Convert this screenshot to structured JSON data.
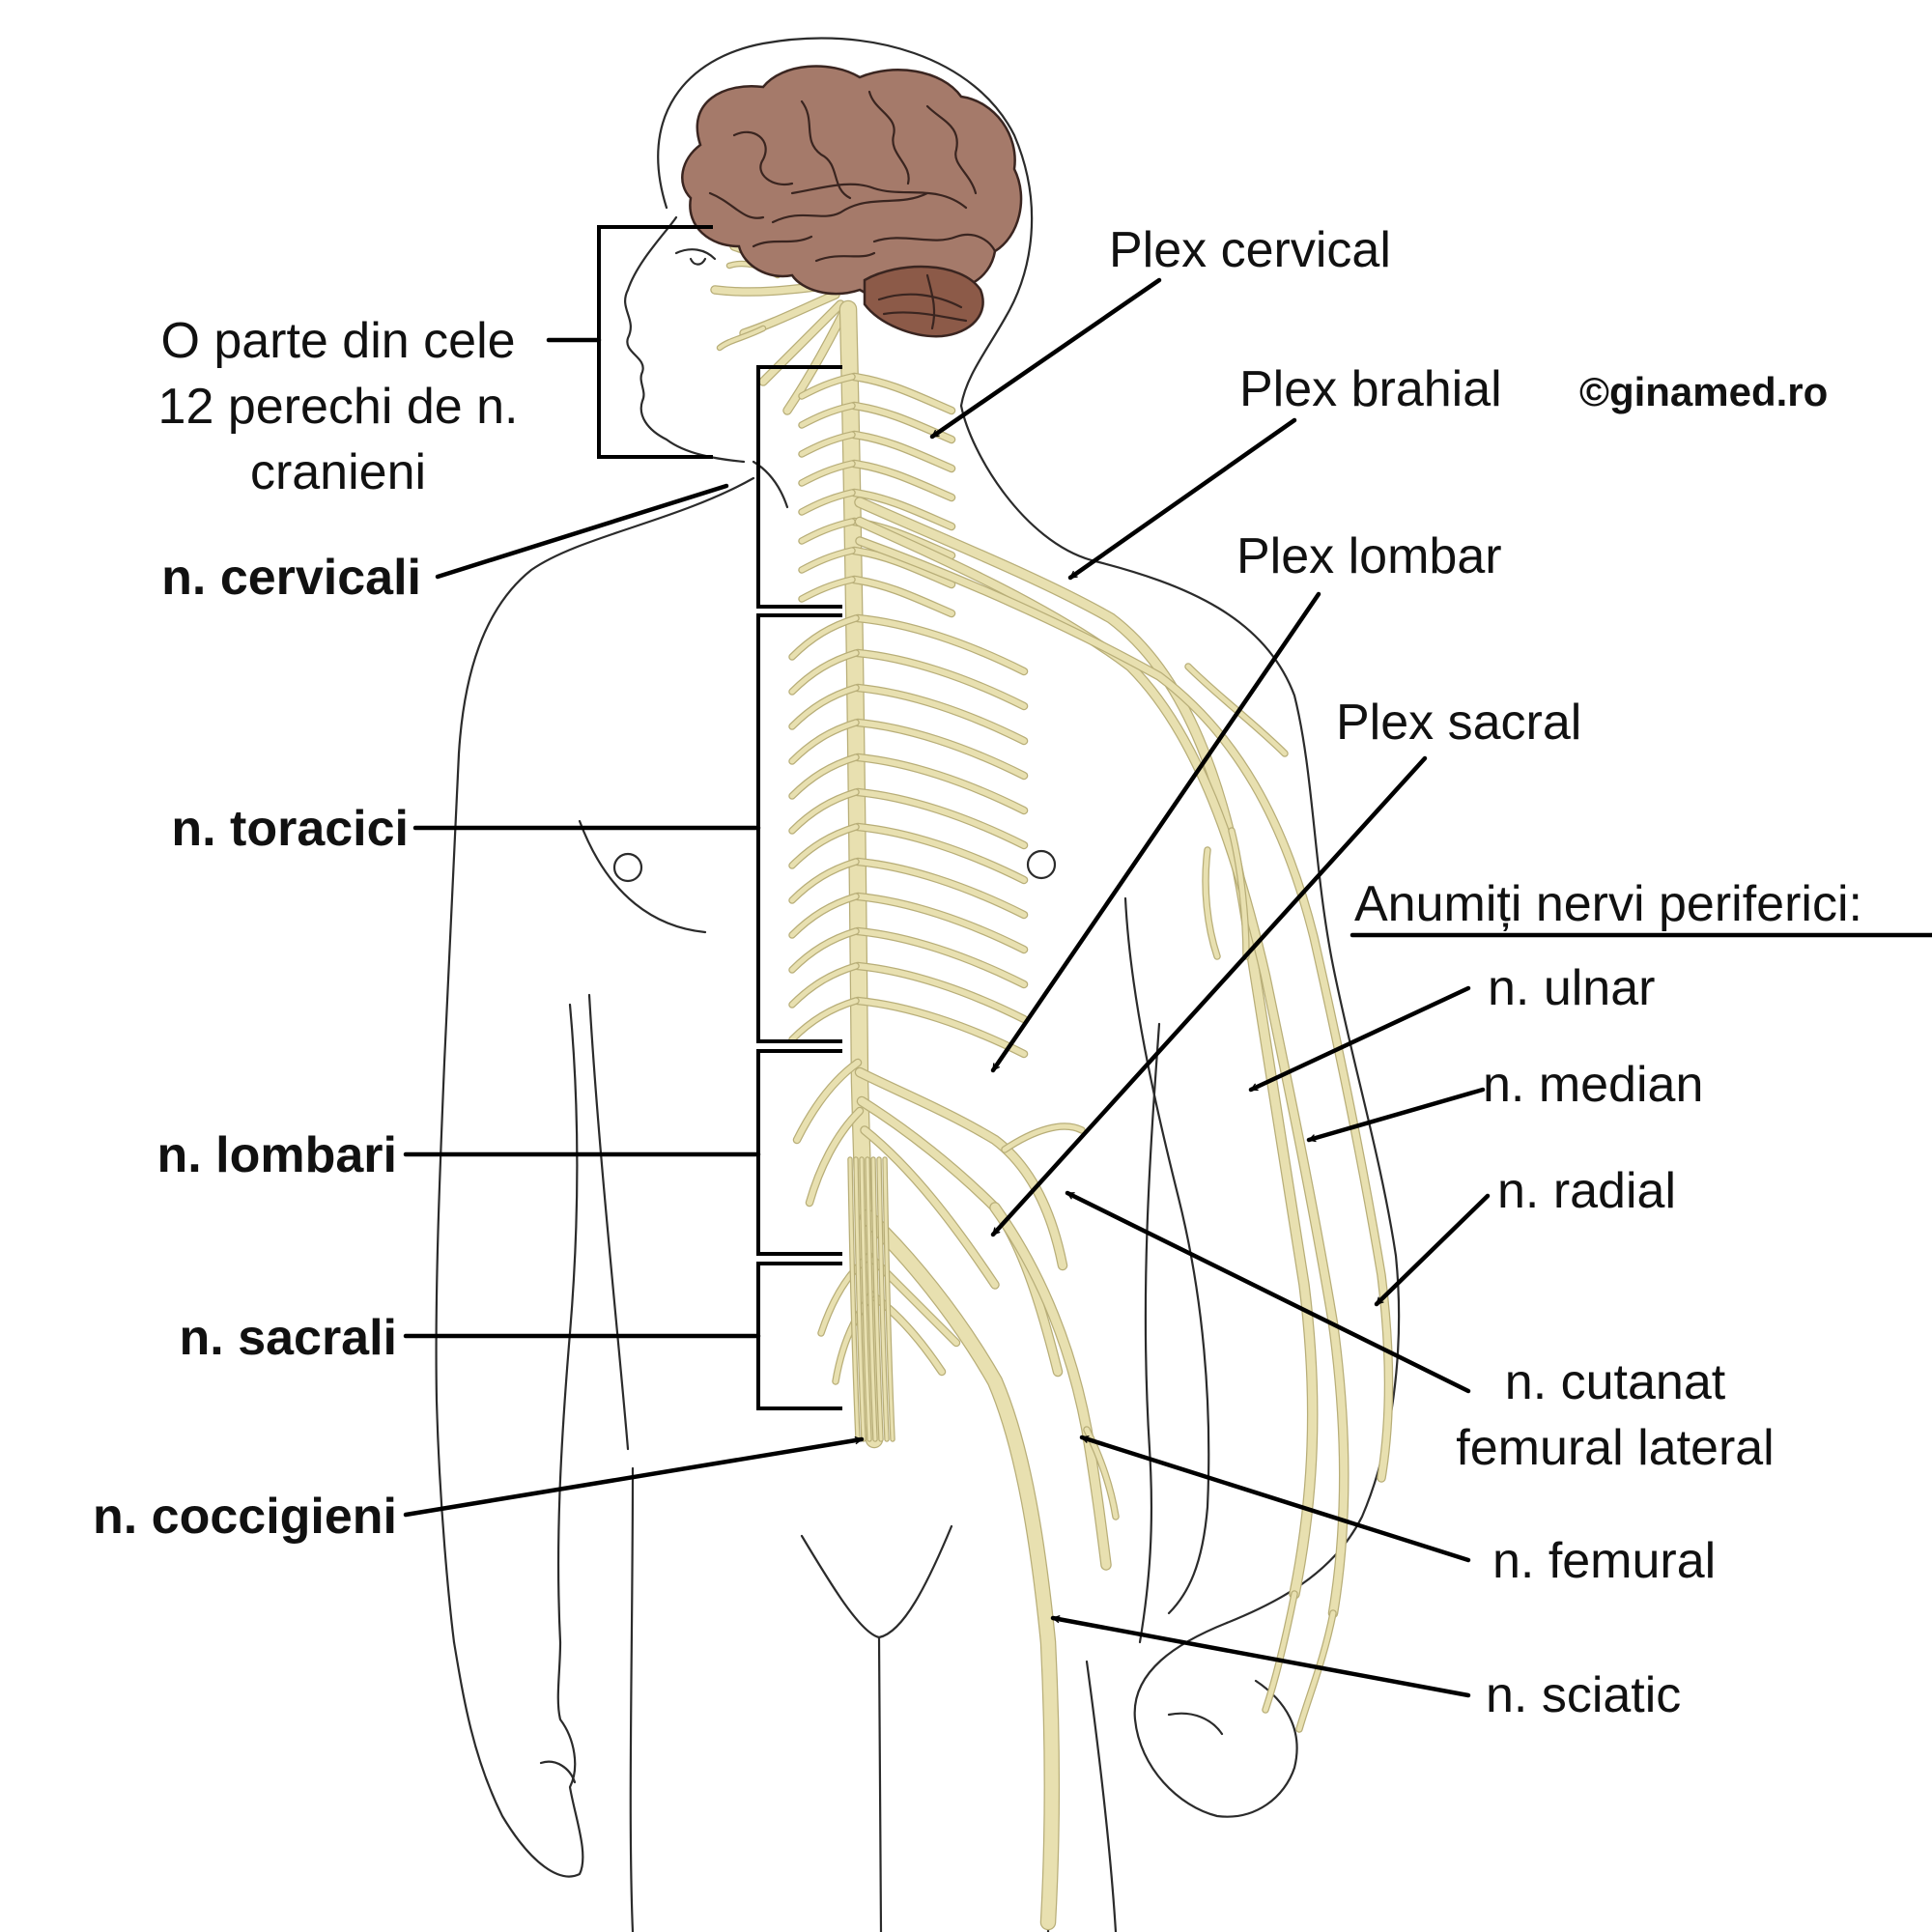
{
  "colors": {
    "brain": "#a57a6a",
    "brain_line": "#3a2520",
    "cerebellum": "#8c5a48",
    "nerve": "#e8e0b0",
    "nerve_edge": "#b8ae78",
    "watermark": "#1a7fd4"
  },
  "watermark": "©ginamed.ro",
  "labels": {
    "cranial": [
      "O parte din cele",
      "12 perechi de n.",
      "cranieni"
    ],
    "cervical": "n. cervicali",
    "thoracic": "n. toracici",
    "lumbar": "n. lombari",
    "sacral": "n. sacrali",
    "coccygeal": "n. coccigieni",
    "plex_cervical": "Plex cervical",
    "plex_brahial": "Plex brahial",
    "plex_lombar": "Plex lombar",
    "plex_sacral": "Plex sacral",
    "peripheral_heading": "Anumiți nervi periferici:",
    "ulnar": "n. ulnar",
    "median": "n. median",
    "radial": "n. radial",
    "cutanat": [
      "n. cutanat",
      "femural lateral"
    ],
    "femural": "n. femural",
    "sciatic": "n. sciatic"
  }
}
